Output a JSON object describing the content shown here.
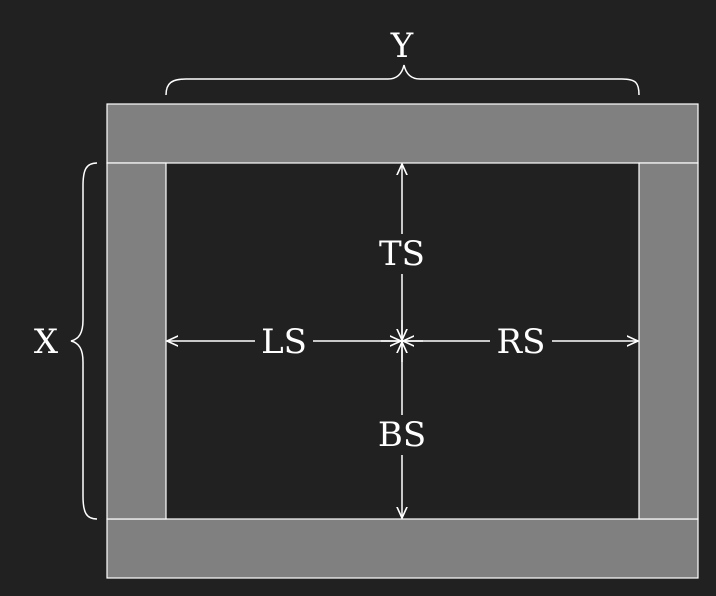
{
  "colors": {
    "background": "#212121",
    "panel_fill": "#808080",
    "stroke": "#ffffff",
    "text": "#ffffff"
  },
  "labels": {
    "y": "Y",
    "x": "X",
    "ts": "TS",
    "bs": "BS",
    "ls": "LS",
    "rs": "RS"
  }
}
